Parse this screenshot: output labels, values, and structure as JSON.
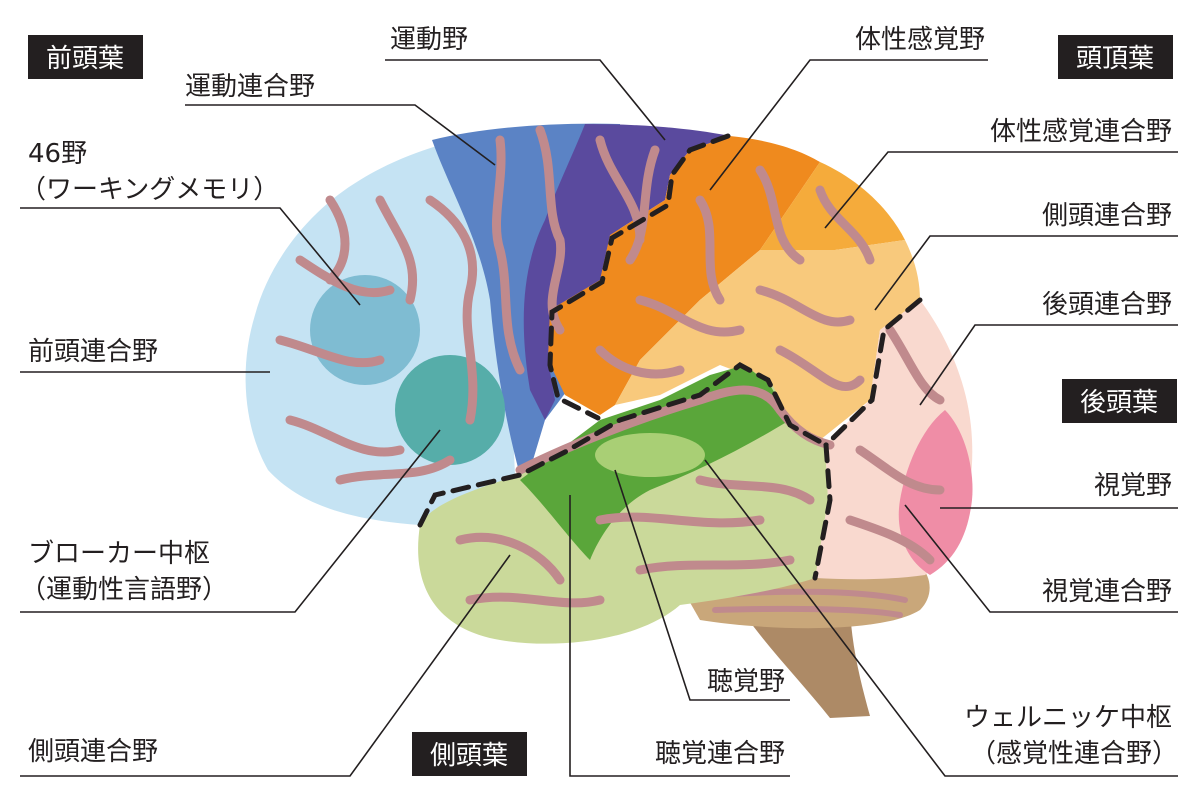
{
  "lobes": {
    "frontal": "前頭葉",
    "parietal": "頭頂葉",
    "occipital": "後頭葉",
    "temporal": "側頭葉"
  },
  "labels": {
    "motor_area": "運動野",
    "motor_association": "運動連合野",
    "area46_line1": "46野",
    "area46_line2": "（ワーキングメモリ）",
    "prefrontal_association": "前頭連合野",
    "broca_line1": "ブローカー中枢",
    "broca_line2": "（運動性言語野）",
    "temporal_association_left": "側頭連合野",
    "somatosensory": "体性感覚野",
    "somatosensory_association": "体性感覚連合野",
    "temporal_association_right": "側頭連合野",
    "occipital_association": "後頭連合野",
    "visual_area": "視覚野",
    "visual_association": "視覚連合野",
    "auditory_area": "聴覚野",
    "auditory_association": "聴覚連合野",
    "wernicke_line1": "ウェルニッケ中枢",
    "wernicke_line2": "（感覚性連合野）"
  },
  "colors": {
    "prefrontal": "#c5e3f3",
    "motor_association": "#5b83c5",
    "motor": "#5a4a9e",
    "somatosensory": "#ef8a1e",
    "somatosensory_association": "#f5ab3b",
    "parietal_temporal": "#f8c97c",
    "occipital": "#f9d9cf",
    "visual": "#ef8da6",
    "auditory": "#5aa63a",
    "temporal": "#cad99a",
    "area46": "#7fbcd2",
    "broca": "#56ada9",
    "cerebellum": "#c9a77a",
    "brainstem": "#ad8a66",
    "gyri": "#c08a8d",
    "lobe_tag_bg": "#231f20"
  }
}
